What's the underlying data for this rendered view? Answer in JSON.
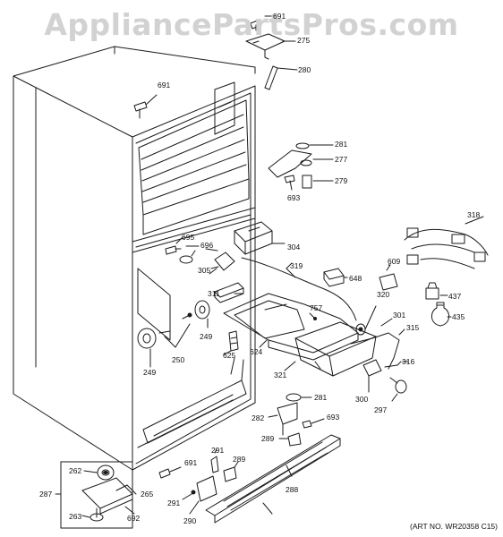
{
  "watermark": "AppliancePartsPros.com",
  "art_number": "(ART NO. WR20358 C15)",
  "labels": {
    "p691_top": "691",
    "p275": "275",
    "p280": "280",
    "p691_left": "691",
    "p281_top": "281",
    "p277": "277",
    "p279": "279",
    "p693_top": "693",
    "p318": "318",
    "p695": "695",
    "p696": "696",
    "p304": "304",
    "p305": "305",
    "p319": "319",
    "p648": "648",
    "p609": "609",
    "p311": "311",
    "p320": "320",
    "p437": "437",
    "p757": "757",
    "p301": "301",
    "p435": "435",
    "p249_a": "249",
    "p315": "315",
    "p250": "250",
    "p625": "625",
    "p624": "624",
    "p249_b": "249",
    "p316": "316",
    "p321": "321",
    "p281_bottom": "281",
    "p300": "300",
    "p297": "297",
    "p282": "282",
    "p693_bottom": "693",
    "p289_a": "289",
    "p291_a": "291",
    "p289_b": "289",
    "p691_bottom": "691",
    "p262": "262",
    "p287": "287",
    "p265": "265",
    "p288": "288",
    "p291_b": "291",
    "p263": "263",
    "p692": "692",
    "p290": "290"
  }
}
